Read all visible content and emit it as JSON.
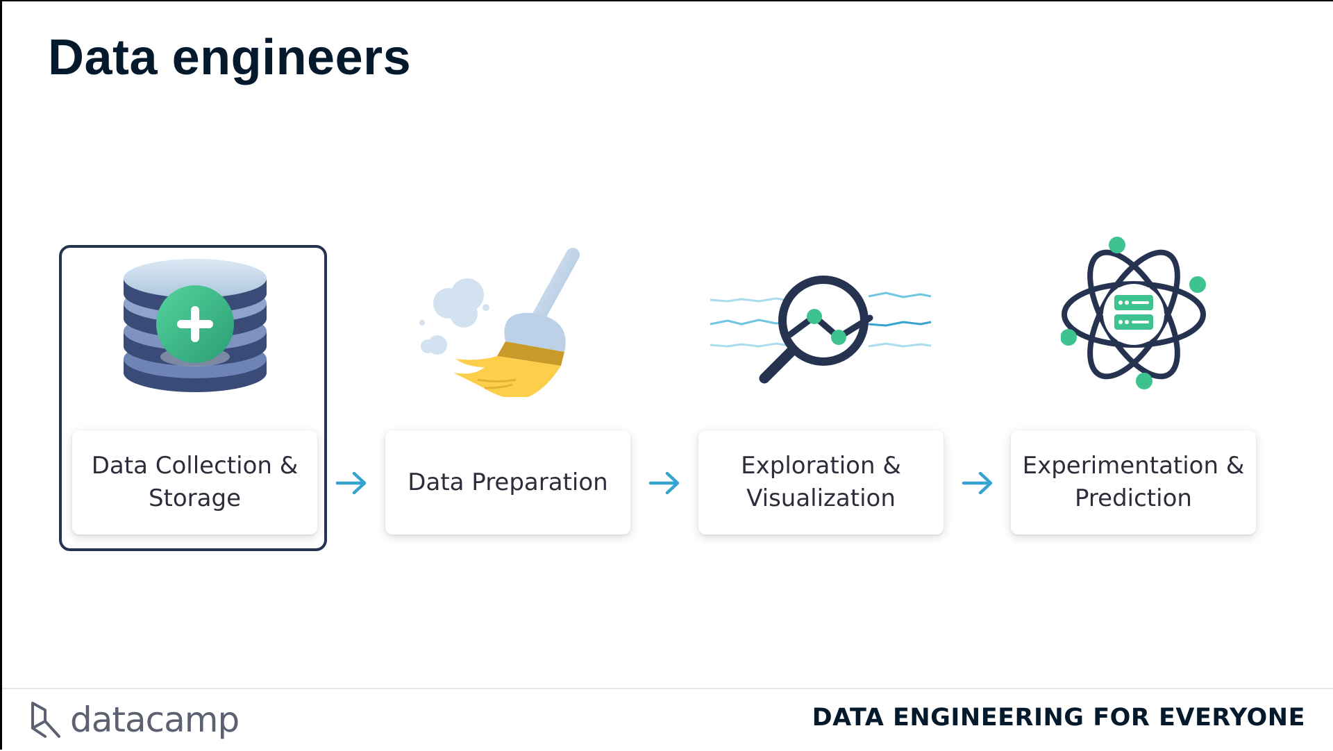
{
  "slide": {
    "title": "Data engineers"
  },
  "pipeline": {
    "steps": [
      {
        "label": "Data Collection &\nStorage",
        "icon": "database-plus-icon",
        "highlighted": true
      },
      {
        "label": "Data Preparation",
        "icon": "broom-icon",
        "highlighted": false
      },
      {
        "label": "Exploration &\nVisualization",
        "icon": "magnifier-chart-icon",
        "highlighted": false
      },
      {
        "label": "Experimentation &\nPrediction",
        "icon": "atom-server-icon",
        "highlighted": false
      }
    ],
    "arrow_icon": "arrow-right-icon"
  },
  "footer": {
    "logo_text": "datacamp",
    "course_title": "DATA ENGINEERING FOR EVERYONE"
  },
  "colors": {
    "title": "#05192d",
    "frame": "#263350",
    "arrow": "#36a3cf",
    "green": "#3ec28f",
    "navy": "#263350",
    "yellow": "#fcce49"
  }
}
